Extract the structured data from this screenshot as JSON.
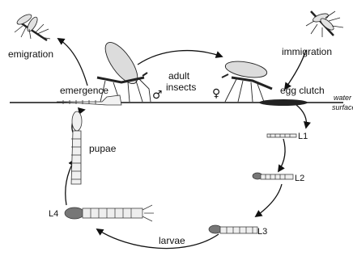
{
  "labels": {
    "emigration": "emigration",
    "immigration": "immigration",
    "emergence": "emergence",
    "adult_line1": "adult",
    "adult_line2": "insects",
    "egg_clutch": "egg clutch",
    "water_line1": "water",
    "water_line2": "surface",
    "pupae": "pupae",
    "larvae": "larvae",
    "L1": "L1",
    "L2": "L2",
    "L3": "L3",
    "L4": "L4"
  },
  "symbols": {
    "male": "♂",
    "female": "♀"
  },
  "colors": {
    "ink": "#111111",
    "wing": "#d9d9d9",
    "egg": "#222222"
  }
}
